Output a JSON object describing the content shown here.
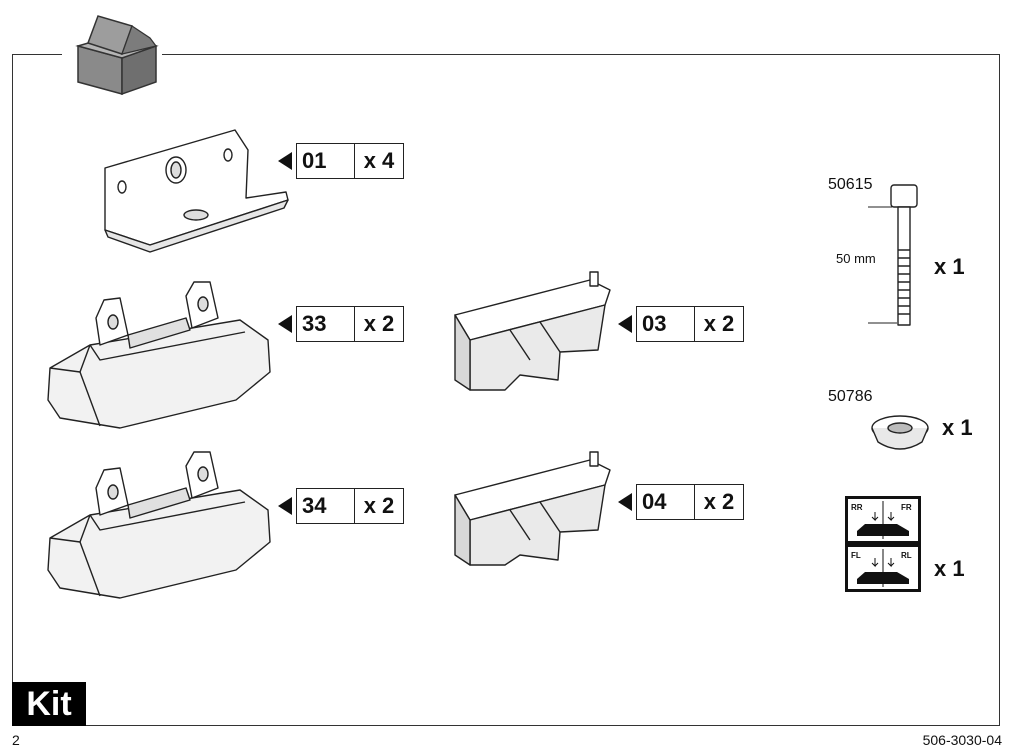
{
  "kit_label": "Kit",
  "page_number": "2",
  "document_number": "506-3030-04",
  "parts": [
    {
      "code": "01",
      "qty": "x 4"
    },
    {
      "code": "33",
      "qty": "x 2"
    },
    {
      "code": "34",
      "qty": "x 2"
    },
    {
      "code": "03",
      "qty": "x 2"
    },
    {
      "code": "04",
      "qty": "x 2"
    }
  ],
  "hardware": {
    "bolt": {
      "part_number": "50615",
      "length": "50 mm",
      "qty": "x 1"
    },
    "washer": {
      "part_number": "50786",
      "qty": "x 1"
    },
    "sticker": {
      "qty": "x 1",
      "labels": [
        "RR",
        "FR",
        "FL",
        "RL"
      ]
    }
  }
}
